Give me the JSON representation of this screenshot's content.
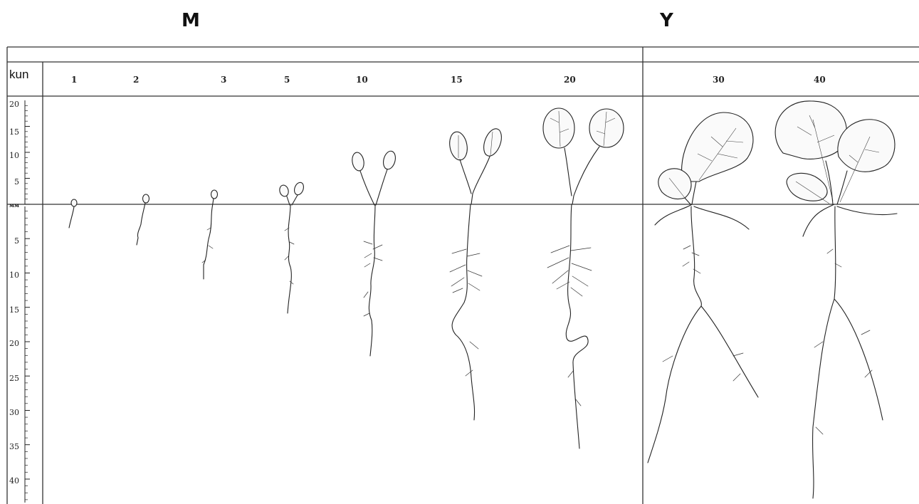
{
  "headers": {
    "left": "M",
    "right": "Y"
  },
  "row_label": "kun",
  "days": [
    "1",
    "2",
    "3",
    "5",
    "10",
    "15",
    "20",
    "30",
    "40"
  ],
  "scale": {
    "unit": "мм",
    "above": [
      "20",
      "15",
      "10",
      "5"
    ],
    "below": [
      "5",
      "10",
      "15",
      "20",
      "25",
      "30",
      "35",
      "40"
    ]
  },
  "colors": {
    "line": "#333333",
    "ink": "#222222",
    "background": "#ffffff"
  }
}
